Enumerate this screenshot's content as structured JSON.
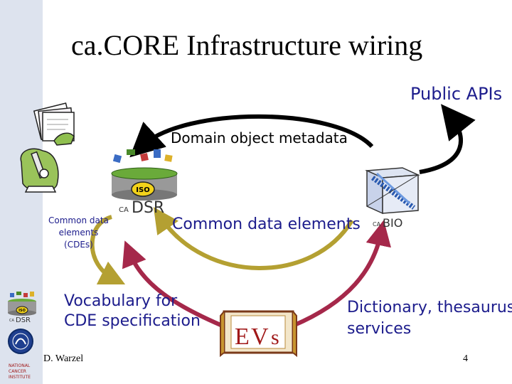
{
  "slide": {
    "title": "ca.CORE Infrastructure wiring",
    "author": "D. Warzel",
    "page_number": "4"
  },
  "diagram": {
    "labels": {
      "public_apis": "Public APIs",
      "domain_object_metadata": "Domain object metadata",
      "common_data_elements": "Common data elements",
      "cdes_left_line1": "Common data",
      "cdes_left_line2": "elements",
      "cdes_left_line3": "(CDEs)",
      "vocabulary_line1": "Vocabulary for",
      "vocabulary_line2": "CDE specification",
      "dictionary_line1": "Dictionary, thesaurus",
      "dictionary_line2": "services"
    },
    "nodes": {
      "cadsr": {
        "badge": "ISO",
        "logo_prefix": "CA",
        "logo_main": "DSR"
      },
      "cabio": {
        "logo_prefix": "CA",
        "logo_main": "BIO"
      },
      "evs": {
        "logo_e": "E",
        "logo_v": "V",
        "logo_s": "s"
      }
    },
    "sidebar_logos": {
      "cadsr": {
        "badge": "ISO",
        "logo_prefix": "CA",
        "logo_main": "DSR"
      },
      "nci": {
        "line1": "NATIONAL",
        "line2": "CANCER",
        "line3": "INSTITUTE"
      }
    },
    "colors": {
      "black_arrow": "#000000",
      "olive_arrow": "#b4a032",
      "crimson_arrow": "#a5284a",
      "label_blue": "#1c1c8c"
    }
  }
}
